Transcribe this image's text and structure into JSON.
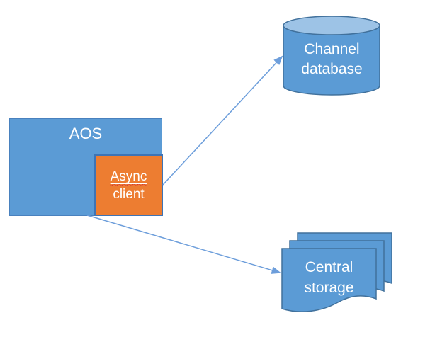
{
  "diagram": {
    "type": "architecture-diagram",
    "background": "#ffffff",
    "nodes": [
      {
        "id": "aos",
        "shape": "rectangle",
        "label": "AOS",
        "label_lines": [
          "AOS"
        ],
        "fill": "#5B9BD5",
        "text_color": "#ffffff"
      },
      {
        "id": "async-client",
        "shape": "rectangle",
        "label": "Async client",
        "label_lines": [
          "Async",
          "client"
        ],
        "fill": "#ED7D31",
        "border": "#3E74B5",
        "text_color": "#ffffff",
        "contained_in": "aos",
        "spellcheck_squiggle_on": "Async"
      },
      {
        "id": "channel-database",
        "shape": "cylinder",
        "label": "Channel database",
        "label_lines": [
          "Channel",
          "database"
        ],
        "fill": "#5B9BD5",
        "top_fill": "#9DC3E6",
        "stroke": "#41719C",
        "text_color": "#ffffff"
      },
      {
        "id": "central-storage",
        "shape": "multidocument",
        "label": "Central storage",
        "label_lines": [
          "Central",
          "storage"
        ],
        "fill": "#5B9BD5",
        "stroke": "#41719C",
        "text_color": "#ffffff"
      }
    ],
    "edges": [
      {
        "from": "async-client",
        "to": "channel-database",
        "style": "arrow",
        "color": "#6D9EDB"
      },
      {
        "from": "aos",
        "to": "central-storage",
        "style": "arrow",
        "color": "#6D9EDB"
      }
    ],
    "colors": {
      "primary_blue": "#5B9BD5",
      "light_blue_top": "#9DC3E6",
      "outline_blue": "#41719C",
      "accent_orange": "#ED7D31",
      "arrow_blue": "#6D9EDB",
      "squiggle_red": "#d13438"
    }
  }
}
